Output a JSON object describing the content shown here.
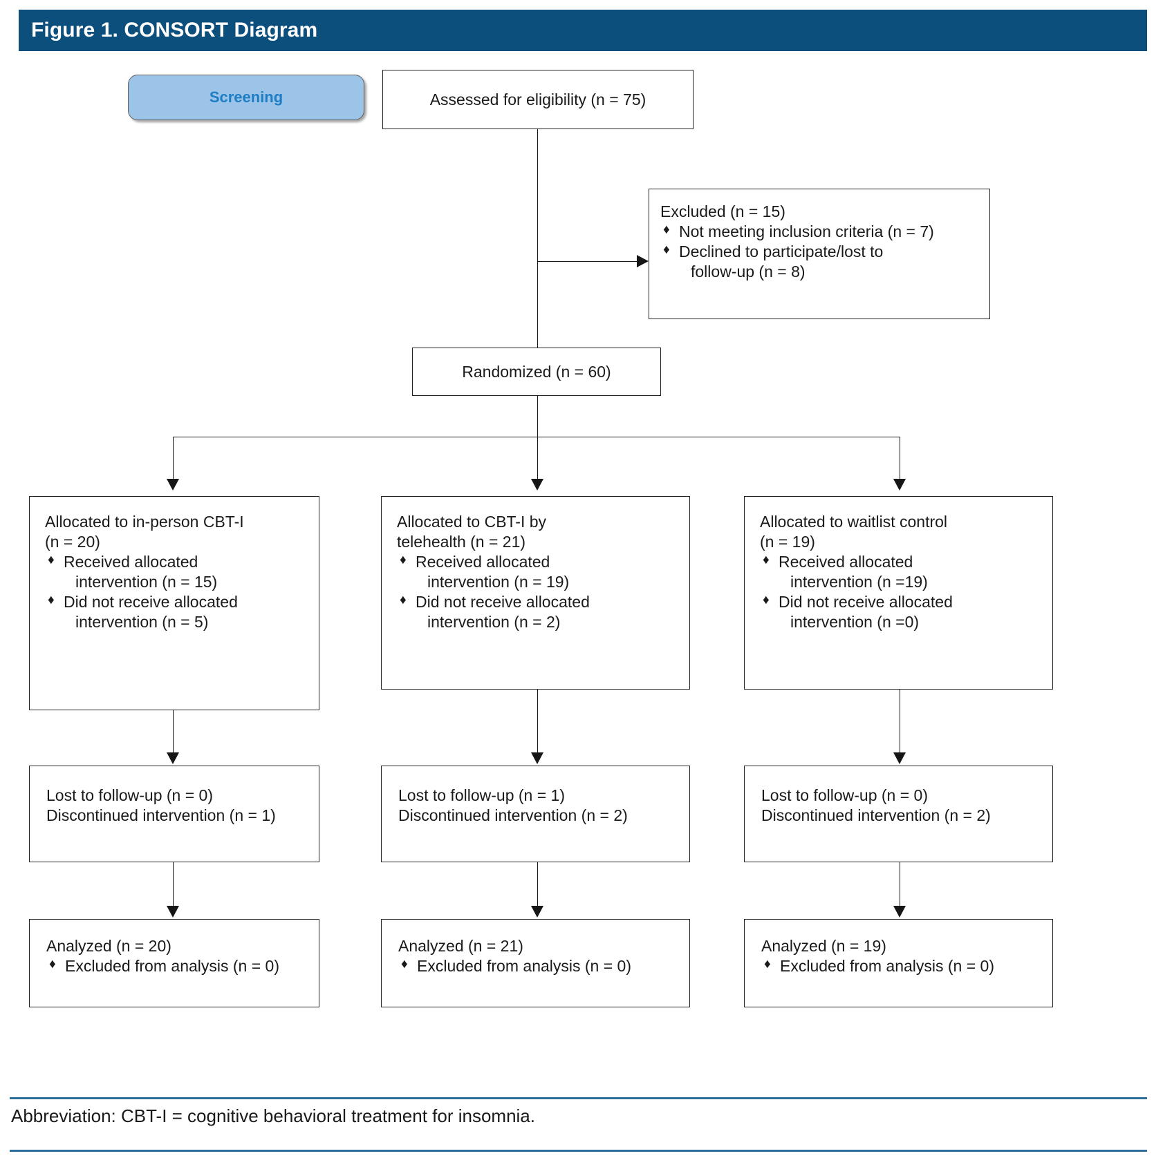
{
  "figure": {
    "title": "Figure 1. CONSORT Diagram",
    "header_color": "#0d4f7c",
    "footer_rule_color": "#2b6e9c",
    "footnote": "Abbreviation: CBT-I = cognitive behavioral treatment for insomnia."
  },
  "stage_labels": {
    "screening": "Screening",
    "screening_fill": "#9cc3e8",
    "screening_text_color": "#1f7dc4"
  },
  "nodes": {
    "assessed": {
      "text": "Assessed for eligibility (n = 75)"
    },
    "excluded": {
      "heading": "Excluded (n = 15)",
      "bullets": [
        {
          "line1": "Not meeting inclusion criteria (n = 7)",
          "line2": ""
        },
        {
          "line1": "Declined to participate/lost to",
          "line2": "follow-up (n = 8)"
        }
      ]
    },
    "randomized": {
      "text": "Randomized (n = 60)"
    },
    "allocation": [
      {
        "title_line1": "Allocated to in-person CBT-I",
        "title_line2": "(n = 20)",
        "bullets": [
          {
            "line1": "Received allocated",
            "line2": "intervention (n = 15)"
          },
          {
            "line1": "Did not receive allocated",
            "line2": "intervention (n = 5)"
          }
        ]
      },
      {
        "title_line1": "Allocated to CBT-I by",
        "title_line2": "telehealth (n = 21)",
        "bullets": [
          {
            "line1": "Received allocated",
            "line2": "intervention (n = 19)"
          },
          {
            "line1": "Did not receive allocated",
            "line2": "intervention (n = 2)"
          }
        ]
      },
      {
        "title_line1": "Allocated to waitlist control",
        "title_line2": "(n = 19)",
        "bullets": [
          {
            "line1": "Received allocated",
            "line2": "intervention (n =19)"
          },
          {
            "line1": "Did not receive allocated",
            "line2": "intervention (n =0)"
          }
        ]
      }
    ],
    "followup": [
      {
        "line1": "Lost to follow-up (n = 0)",
        "line2": "Discontinued intervention (n = 1)"
      },
      {
        "line1": "Lost to follow-up (n = 1)",
        "line2": "Discontinued intervention (n = 2)"
      },
      {
        "line1": "Lost to follow-up (n = 0)",
        "line2": "Discontinued intervention (n = 2)"
      }
    ],
    "analysis": [
      {
        "title": "Analyzed (n = 20)",
        "bullet": "Excluded from analysis (n = 0)"
      },
      {
        "title": "Analyzed (n = 21)",
        "bullet": "Excluded from analysis (n = 0)"
      },
      {
        "title": "Analyzed (n = 19)",
        "bullet": "Excluded from analysis (n = 0)"
      }
    ]
  },
  "icons": {
    "bullet_diamond": "♦"
  }
}
